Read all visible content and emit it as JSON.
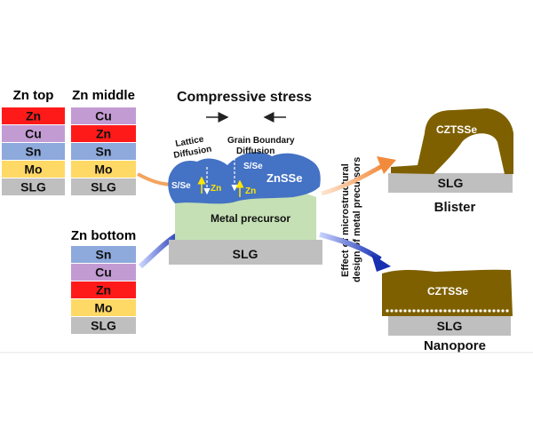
{
  "stacks": {
    "zn_top": {
      "title": "Zn top",
      "layers": [
        "Zn",
        "Cu",
        "Sn",
        "Mo",
        "SLG"
      ]
    },
    "zn_middle": {
      "title": "Zn middle",
      "layers": [
        "Cu",
        "Zn",
        "Sn",
        "Mo",
        "SLG"
      ]
    },
    "zn_bottom": {
      "title": "Zn bottom",
      "layers": [
        "Sn",
        "Cu",
        "Zn",
        "Mo",
        "SLG"
      ]
    }
  },
  "layer_colors": {
    "Zn": "#ff1a1a",
    "Cu": "#c39bd3",
    "Sn": "#8ea9db",
    "Mo": "#ffd966",
    "SLG": "#bfbfbf"
  },
  "center": {
    "stress": "Compressive stress",
    "lattice_diffusion": [
      "Lattice",
      "Diffusion"
    ],
    "grain_boundary_diffusion": [
      "Grain Boundary",
      "Diffusion"
    ],
    "sse_left": "S/Se",
    "sse_right": "S/Se",
    "zn_left": "Zn",
    "zn_right": "Zn",
    "znsse": "ZnSSe",
    "metal_precursor": "Metal precursor",
    "slg": "SLG"
  },
  "effect_label": [
    "Effect of microstructural",
    "design of metal precursors"
  ],
  "outcomes": {
    "blister": {
      "film": "CZTSSe",
      "substrate": "SLG",
      "caption": "Blister"
    },
    "nanopore": {
      "film": "CZTSSe",
      "substrate": "SLG",
      "caption": "Nanopore"
    }
  },
  "colors": {
    "znsse": "#4472c4",
    "metal_precursor": "#c5e0b4",
    "czts": "#7f6000",
    "arrow_orange": "#f4a460",
    "arrow_blue": "#1f3ab5"
  }
}
